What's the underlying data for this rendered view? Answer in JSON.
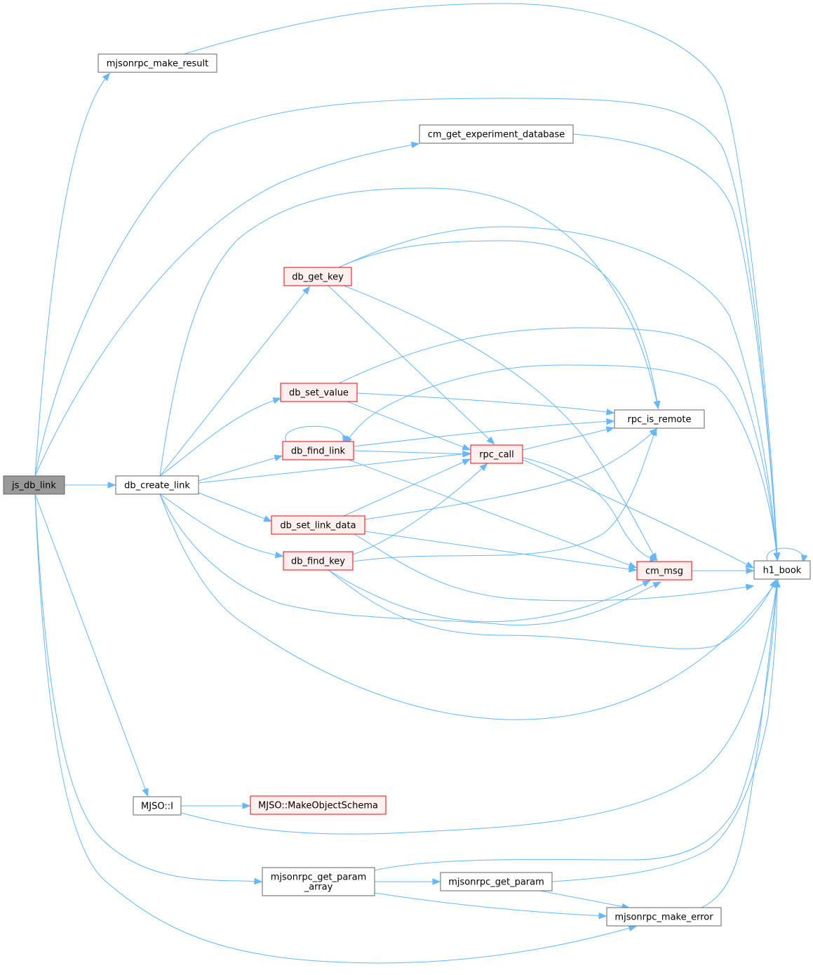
{
  "colors": {
    "edge": "#63b8ff",
    "root_fill": "#999999",
    "root_stroke": "#666666",
    "normal_fill": "#ffffff",
    "normal_stroke": "#666666",
    "truncated_fill": "#fff0f0",
    "truncated_stroke": "#ff0000"
  },
  "nodes": {
    "js_db_link": {
      "lines": [
        "js_db_link"
      ],
      "style": "root"
    },
    "mjsonrpc_make_result": {
      "lines": [
        "mjsonrpc_make_result"
      ],
      "style": "normal"
    },
    "cm_get_experiment_database": {
      "lines": [
        "cm_get_experiment_database"
      ],
      "style": "normal"
    },
    "db_get_key": {
      "lines": [
        "db_get_key"
      ],
      "style": "truncated"
    },
    "db_set_value": {
      "lines": [
        "db_set_value"
      ],
      "style": "truncated"
    },
    "db_find_link": {
      "lines": [
        "db_find_link"
      ],
      "style": "truncated"
    },
    "db_create_link": {
      "lines": [
        "db_create_link"
      ],
      "style": "normal"
    },
    "db_set_link_data": {
      "lines": [
        "db_set_link_data"
      ],
      "style": "truncated"
    },
    "db_find_key": {
      "lines": [
        "db_find_key"
      ],
      "style": "truncated"
    },
    "rpc_is_remote": {
      "lines": [
        "rpc_is_remote"
      ],
      "style": "normal"
    },
    "rpc_call": {
      "lines": [
        "rpc_call"
      ],
      "style": "truncated"
    },
    "cm_msg": {
      "lines": [
        "cm_msg"
      ],
      "style": "truncated"
    },
    "h1_book": {
      "lines": [
        "h1_book"
      ],
      "style": "normal"
    },
    "mjso_i": {
      "lines": [
        "MJSO::I"
      ],
      "style": "normal"
    },
    "mjso_make_object_schema": {
      "lines": [
        "MJSO::MakeObjectSchema"
      ],
      "style": "truncated"
    },
    "mjsonrpc_get_param_array": {
      "lines": [
        "mjsonrpc_get_param",
        "_array"
      ],
      "style": "normal"
    },
    "mjsonrpc_get_param": {
      "lines": [
        "mjsonrpc_get_param"
      ],
      "style": "normal"
    },
    "mjsonrpc_make_error": {
      "lines": [
        "mjsonrpc_make_error"
      ],
      "style": "normal"
    }
  },
  "edges": [
    [
      "js_db_link",
      "mjsonrpc_make_result"
    ],
    [
      "js_db_link",
      "h1_book"
    ],
    [
      "js_db_link",
      "cm_get_experiment_database"
    ],
    [
      "js_db_link",
      "db_create_link"
    ],
    [
      "js_db_link",
      "mjso_i"
    ],
    [
      "js_db_link",
      "mjsonrpc_get_param_array"
    ],
    [
      "js_db_link",
      "mjsonrpc_make_error"
    ],
    [
      "mjsonrpc_make_result",
      "h1_book"
    ],
    [
      "cm_get_experiment_database",
      "h1_book"
    ],
    [
      "db_create_link",
      "rpc_is_remote"
    ],
    [
      "db_create_link",
      "db_get_key"
    ],
    [
      "db_create_link",
      "db_set_value"
    ],
    [
      "db_create_link",
      "db_find_link"
    ],
    [
      "db_create_link",
      "rpc_call"
    ],
    [
      "db_create_link",
      "db_set_link_data"
    ],
    [
      "db_create_link",
      "db_find_key"
    ],
    [
      "db_create_link",
      "cm_msg"
    ],
    [
      "db_create_link",
      "h1_book"
    ],
    [
      "db_get_key",
      "h1_book"
    ],
    [
      "db_get_key",
      "rpc_is_remote"
    ],
    [
      "db_get_key",
      "rpc_call"
    ],
    [
      "db_get_key",
      "cm_msg"
    ],
    [
      "db_set_value",
      "h1_book"
    ],
    [
      "db_set_value",
      "rpc_is_remote"
    ],
    [
      "db_set_value",
      "rpc_call"
    ],
    [
      "db_find_link",
      "db_find_link"
    ],
    [
      "db_find_link",
      "rpc_is_remote"
    ],
    [
      "db_find_link",
      "rpc_call"
    ],
    [
      "db_find_link",
      "cm_msg"
    ],
    [
      "db_set_link_data",
      "rpc_call"
    ],
    [
      "db_set_link_data",
      "rpc_is_remote"
    ],
    [
      "db_set_link_data",
      "cm_msg"
    ],
    [
      "db_set_link_data",
      "h1_book"
    ],
    [
      "db_find_key",
      "rpc_call"
    ],
    [
      "db_find_key",
      "rpc_is_remote"
    ],
    [
      "db_find_key",
      "cm_msg"
    ],
    [
      "db_find_key",
      "h1_book"
    ],
    [
      "rpc_call",
      "rpc_is_remote"
    ],
    [
      "rpc_call",
      "cm_msg"
    ],
    [
      "rpc_call",
      "h1_book"
    ],
    [
      "h1_book",
      "db_find_link"
    ],
    [
      "h1_book",
      "h1_book"
    ],
    [
      "cm_msg",
      "h1_book"
    ],
    [
      "mjso_i",
      "mjso_make_object_schema"
    ],
    [
      "mjso_i",
      "h1_book"
    ],
    [
      "mjsonrpc_get_param_array",
      "h1_book"
    ],
    [
      "mjsonrpc_get_param_array",
      "mjsonrpc_get_param"
    ],
    [
      "mjsonrpc_get_param_array",
      "mjsonrpc_make_error"
    ],
    [
      "mjsonrpc_get_param",
      "h1_book"
    ],
    [
      "mjsonrpc_get_param",
      "mjsonrpc_make_error"
    ],
    [
      "mjsonrpc_make_error",
      "h1_book"
    ]
  ]
}
